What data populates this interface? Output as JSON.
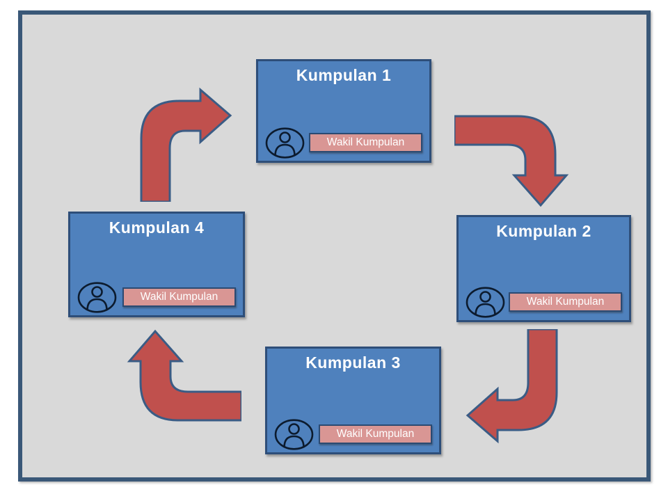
{
  "slide": {
    "background": "#FFFFFF",
    "frame": {
      "fill": "#D9D9D9",
      "border_color": "#3A5878"
    }
  },
  "diagram": {
    "type": "cycle",
    "groups": [
      {
        "title": "Kumpulan 1",
        "button_label": "Wakil Kumpulan",
        "icon": "person-icon"
      },
      {
        "title": "Kumpulan 2",
        "button_label": "Wakil Kumpulan",
        "icon": "person-icon"
      },
      {
        "title": "Kumpulan 3",
        "button_label": "Wakil Kumpulan",
        "icon": "person-icon"
      },
      {
        "title": "Kumpulan 4",
        "button_label": "Wakil Kumpulan",
        "icon": "person-icon"
      }
    ],
    "arrows": [
      {
        "name": "arrow-k4-to-k1",
        "direction": "up-then-right"
      },
      {
        "name": "arrow-k1-to-k2",
        "direction": "right-then-down"
      },
      {
        "name": "arrow-k2-to-k3",
        "direction": "down-then-left"
      },
      {
        "name": "arrow-k3-to-k4",
        "direction": "left-then-up"
      }
    ],
    "colors": {
      "box_fill": "#4F81BD",
      "box_border": "#2E4E79",
      "box_title_text": "#FFFFFF",
      "button_fill": "#D99694",
      "button_border": "#2B4A72",
      "button_text": "#FFFFFF",
      "arrow_fill": "#C0504D",
      "arrow_outline": "#3A5C85",
      "icon_stroke": "#0C1B2E"
    }
  }
}
